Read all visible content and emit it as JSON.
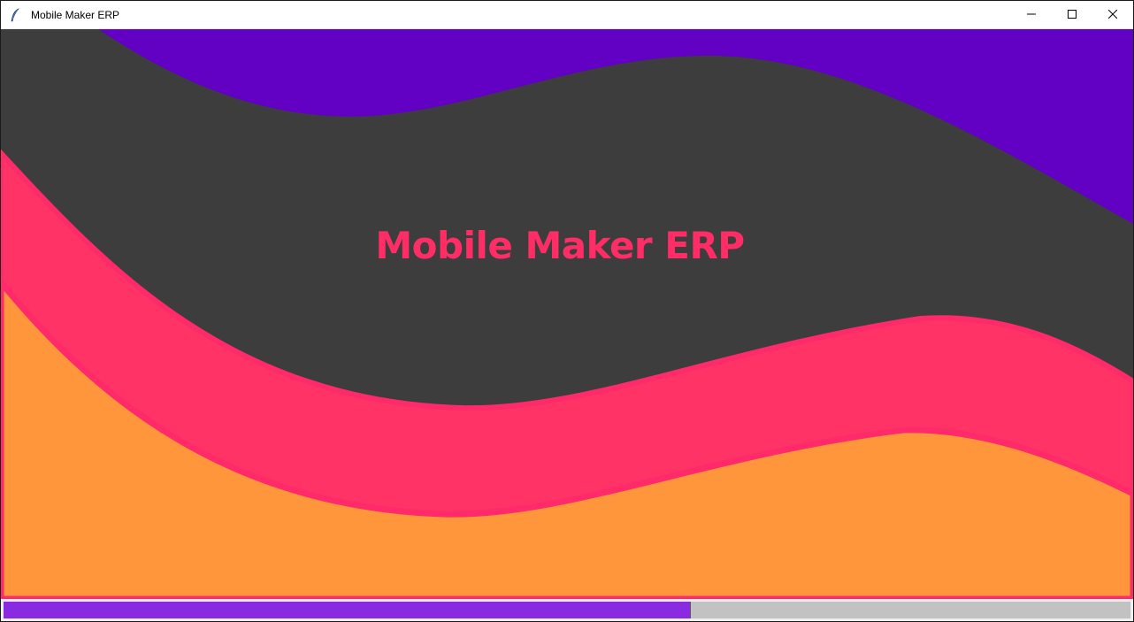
{
  "window": {
    "title": "Mobile Maker ERP",
    "controls": {
      "minimize_icon": "minimize-icon",
      "maximize_icon": "maximize-icon",
      "close_icon": "close-icon"
    }
  },
  "splash": {
    "title": "Mobile Maker ERP",
    "title_color": "#ff2c66",
    "colors": {
      "background_dark": "#3d3d3d",
      "purple_wave": "#6200c4",
      "pink_wave": "#ff3366",
      "pink_wave_edge": "#ff2a6a",
      "orange_wave": "#ff963b"
    }
  },
  "progress": {
    "value_percent": 61,
    "fill_color": "#8a2be2",
    "track_color": "#c2c2c2"
  }
}
